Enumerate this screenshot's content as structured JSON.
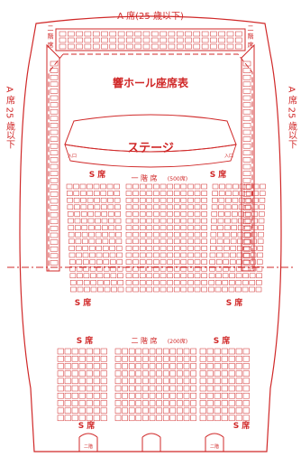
{
  "labels": {
    "a_seat_top": "A 席(25 歳以下)",
    "a_seat_left": "A 席 25 歳以下",
    "a_seat_right": "A 席 25 歳以下",
    "title": "響ホール座席表",
    "stage": "ステージ",
    "first_floor": "一 階 席",
    "first_floor_count": "(500席)",
    "second_floor": "二 階 席",
    "second_floor_count": "(200席)",
    "second_floor_box_left": "二 階 席",
    "second_floor_box_right": "二 階 席",
    "s_seat_upper_left": "S 席",
    "s_seat_upper_right": "S 席",
    "s_seat_mid_left": "S 席",
    "s_seat_mid_right": "S 席",
    "s_seat_lower_left": "S 席",
    "s_seat_lower_right": "S 席",
    "s_seat_bottom_left": "S 席",
    "s_seat_bottom_right": "S 席",
    "entrance_left": "入口",
    "entrance_right": "入口",
    "entrance_bottom_left": "二階",
    "entrance_bottom_right": "二階"
  },
  "colors": {
    "ink": "#d02828",
    "background": "#ffffff"
  }
}
